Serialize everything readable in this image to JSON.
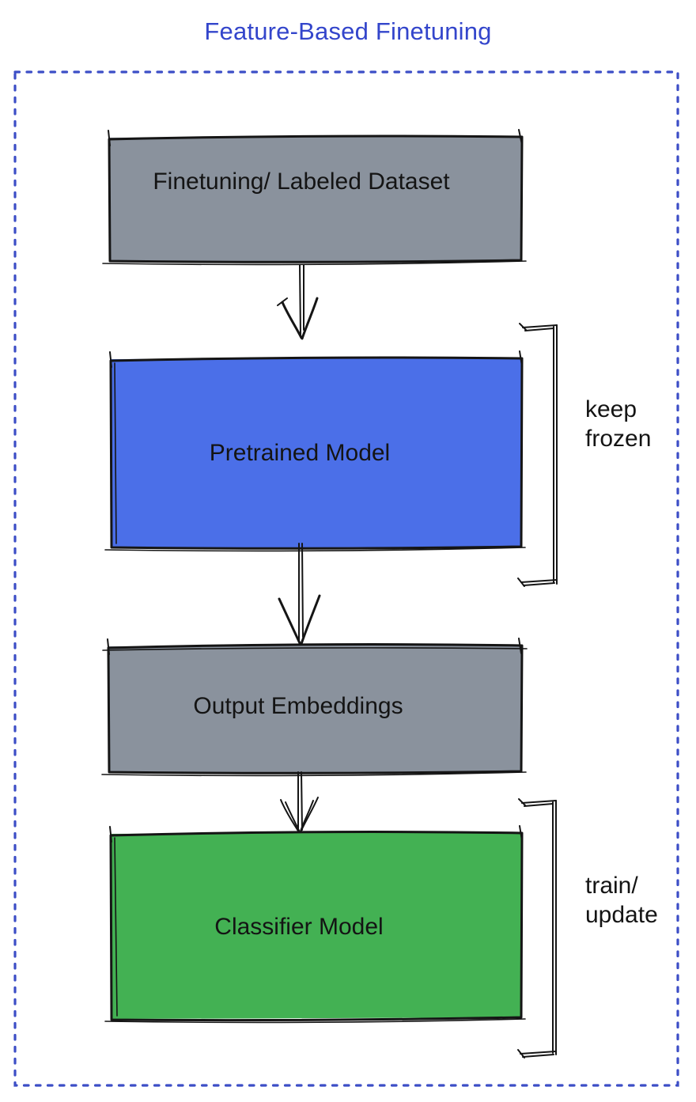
{
  "title": {
    "text": "Feature-Based Finetuning"
  },
  "colors": {
    "title_blue": "#3345CB",
    "border_blue": "#3C4EC6",
    "ink": "#151515",
    "node_gray": "#8A929D",
    "node_blue": "#4B6FE8",
    "node_green": "#43B153"
  },
  "nodes": [
    {
      "id": "finetuning-dataset",
      "label": "Finetuning/ Labeled Dataset",
      "fill": "#8A929D"
    },
    {
      "id": "pretrained-model",
      "label": "Pretrained Model",
      "fill": "#4B6FE8"
    },
    {
      "id": "output-embeddings",
      "label": "Output Embeddings",
      "fill": "#8A929D"
    },
    {
      "id": "classifier-model",
      "label": "Classifier Model",
      "fill": "#43B153"
    }
  ],
  "annotations": [
    {
      "target": "pretrained-model",
      "lines": [
        "keep",
        "frozen"
      ]
    },
    {
      "target": "classifier-model",
      "lines": [
        "train/",
        "update"
      ]
    }
  ]
}
